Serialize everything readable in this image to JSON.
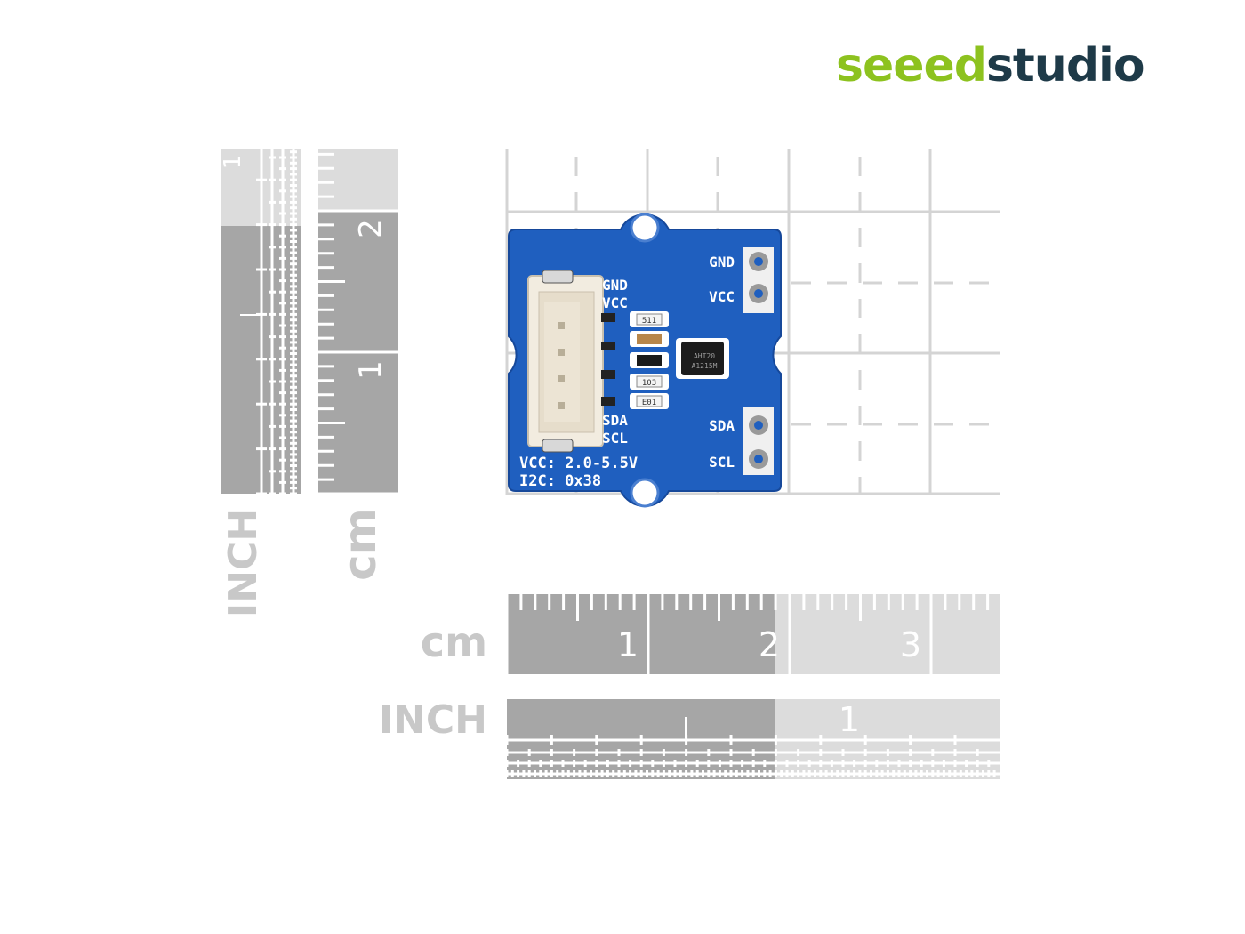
{
  "logo": {
    "part1": "seeed",
    "part2": "studio"
  },
  "colors": {
    "logo_green": "#8dc21f",
    "logo_dark": "#1e3a48",
    "pcb_blue": "#1f5fbf",
    "ruler_dark": "#a6a6a6",
    "ruler_light": "#dcdcdc",
    "unit_label": "#c8c8c8"
  },
  "vertical_rulers": {
    "inch_unit": "INCH",
    "cm_unit": "cm",
    "cm_ticks": [
      "1",
      "2"
    ],
    "inch_ticks": [
      "1"
    ]
  },
  "horizontal_rulers": {
    "cm_unit": "cm",
    "cm_ticks": [
      "1",
      "2",
      "3"
    ],
    "inch_unit": "INCH",
    "inch_ticks": [
      "1"
    ]
  },
  "board": {
    "left_labels": [
      "GND",
      "VCC",
      "SDA",
      "SCL"
    ],
    "right_labels": [
      "GND",
      "VCC",
      "SDA",
      "SCL"
    ],
    "spec_line1": "VCC: 2.0-5.5V",
    "spec_line2": "I2C: 0x38",
    "chip_line1": "AHT20",
    "chip_line2": "A1215M",
    "part_codes": [
      "511",
      "103",
      "E01"
    ]
  }
}
